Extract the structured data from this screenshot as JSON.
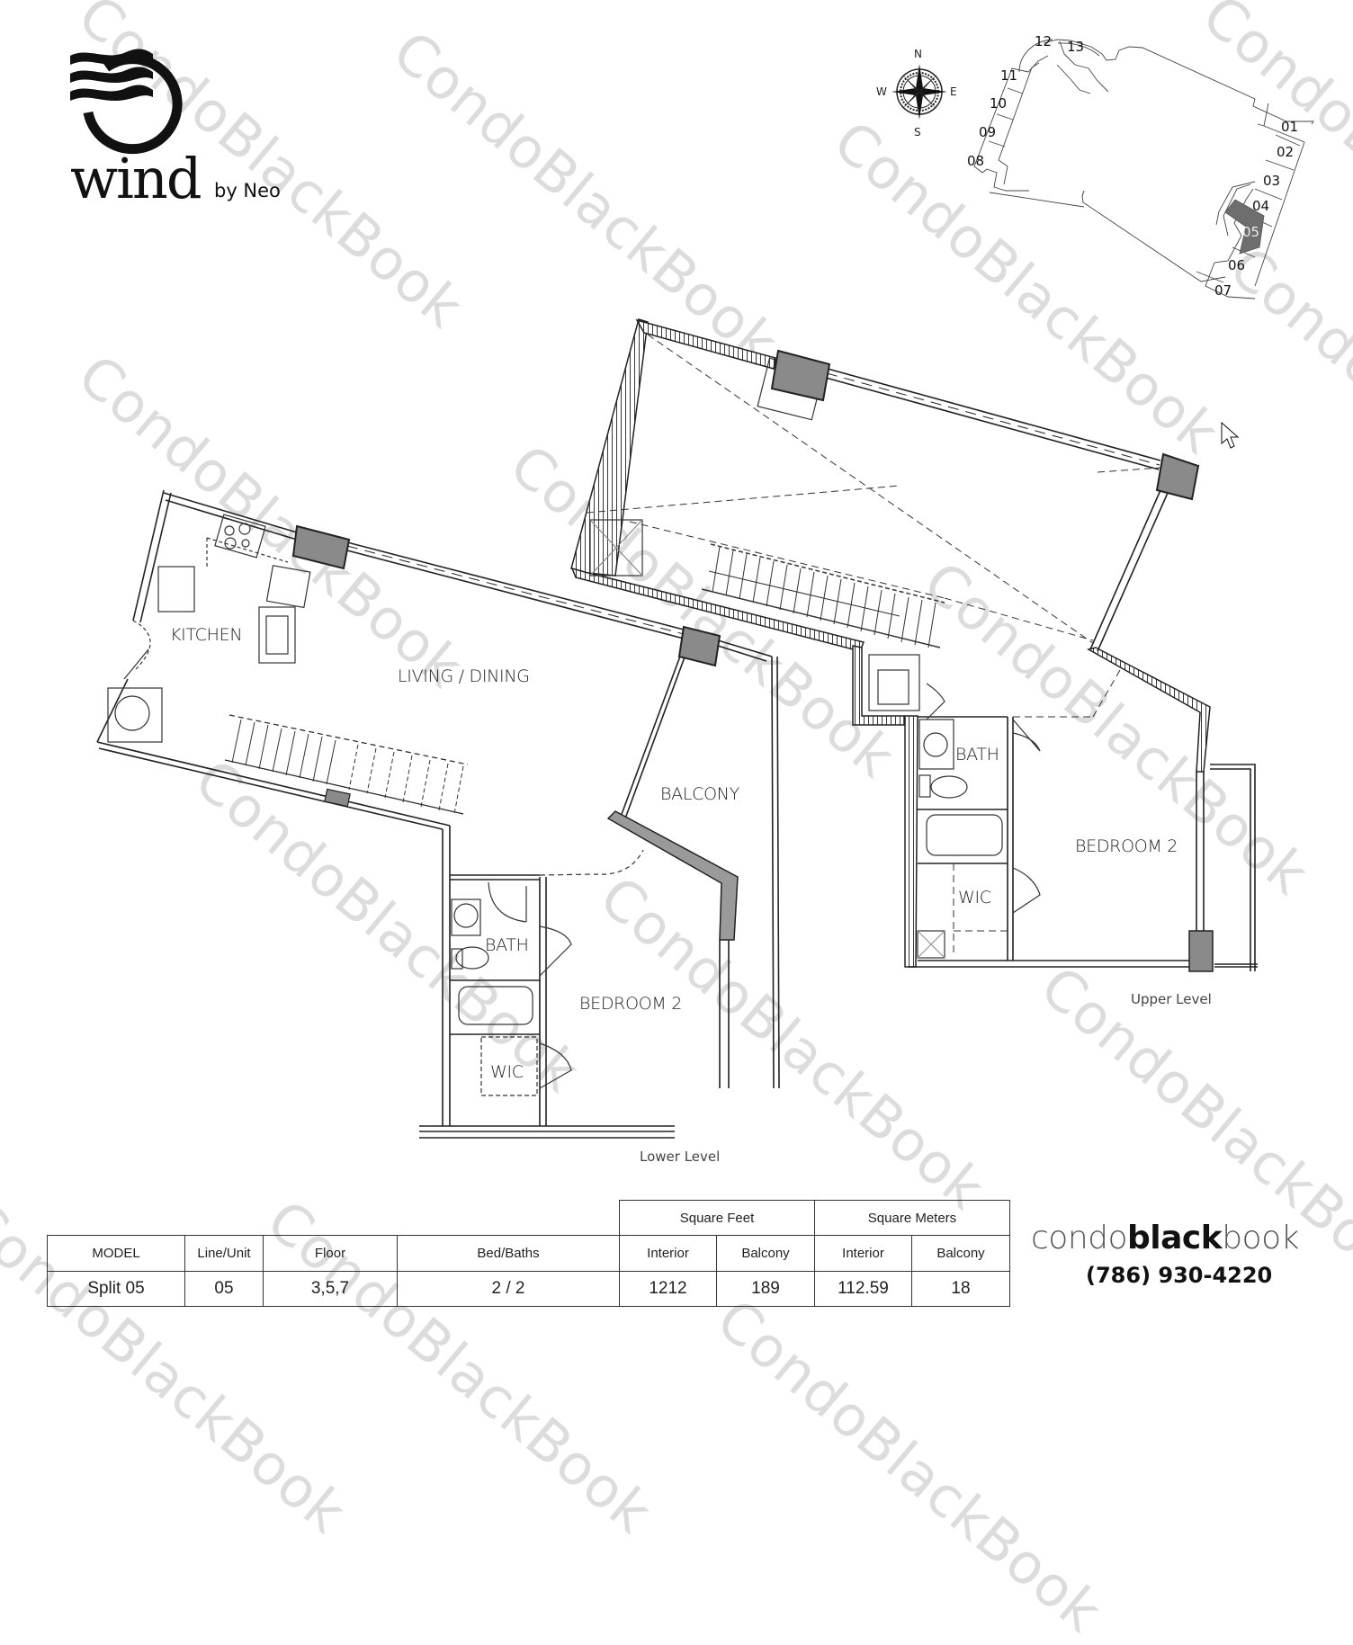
{
  "brand": {
    "logo_name": "wind",
    "logo_suffix": "by Neo"
  },
  "key_plan": {
    "compass": {
      "n": "N",
      "s": "S",
      "e": "E",
      "w": "W"
    },
    "units": [
      "01",
      "02",
      "03",
      "04",
      "05",
      "06",
      "07",
      "08",
      "09",
      "10",
      "11",
      "12",
      "13"
    ],
    "highlighted_unit": "05",
    "highlight_color": "#6e6e6e"
  },
  "floorplan": {
    "lower_level": {
      "title": "Lower Level",
      "rooms": {
        "kitchen": "KITCHEN",
        "living": "LIVING / DINING",
        "balcony": "BALCONY",
        "bath": "BATH",
        "bedroom": "BEDROOM 2",
        "wic": "WIC"
      }
    },
    "upper_level": {
      "title": "Upper Level",
      "rooms": {
        "bath": "BATH",
        "bedroom": "BEDROOM 2",
        "wic": "WIC"
      }
    },
    "column_color": "#8a8a8a"
  },
  "spec_table": {
    "group_headers": {
      "square_feet": "Square Feet",
      "square_meters": "Square Meters"
    },
    "headers": [
      "MODEL",
      "Line/Unit",
      "Floor",
      "Bed/Baths",
      "Interior",
      "Balcony",
      "Interior",
      "Balcony"
    ],
    "row": [
      "Split 05",
      "05",
      "3,5,7",
      "2 / 2",
      "1212",
      "189",
      "112.59",
      "18"
    ]
  },
  "listing": {
    "brand_part1": "condo",
    "brand_part2": "black",
    "brand_part3": "book",
    "phone": "(786) 930-4220"
  },
  "watermark": {
    "text": "CondoBlackBook"
  }
}
